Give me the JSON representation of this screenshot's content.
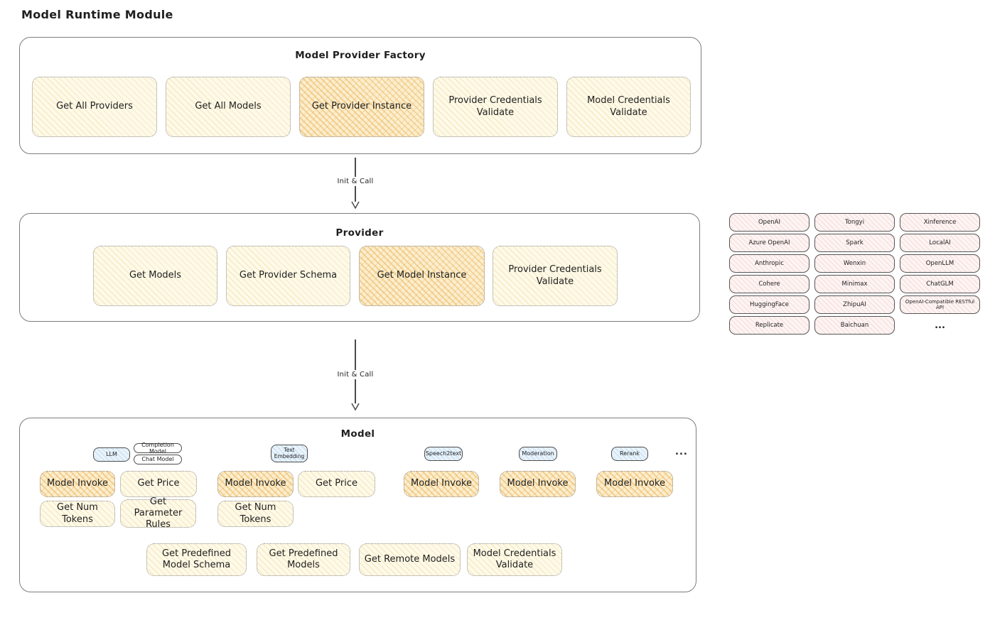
{
  "diagram": {
    "title": "Model Runtime Module"
  },
  "flows": [
    {
      "label": "Init & Call"
    },
    {
      "label": "Init & Call"
    }
  ],
  "factory": {
    "title": "Model Provider Factory",
    "boxes": [
      {
        "label": "Get All Providers",
        "highlight": false
      },
      {
        "label": "Get All Models",
        "highlight": false
      },
      {
        "label": "Get Provider Instance",
        "highlight": true
      },
      {
        "label": "Provider Credentials Validate",
        "highlight": false
      },
      {
        "label": "Model Credentials Validate",
        "highlight": false
      }
    ]
  },
  "provider": {
    "title": "Provider",
    "boxes": [
      {
        "label": "Get Models",
        "highlight": false
      },
      {
        "label": "Get Provider Schema",
        "highlight": false
      },
      {
        "label": "Get Model Instance",
        "highlight": true
      },
      {
        "label": "Provider Credentials Validate",
        "highlight": false
      }
    ]
  },
  "panel": {
    "items": [
      "OpenAI",
      "Tongyi",
      "Xinference",
      "Azure OpenAI",
      "Spark",
      "LocalAI",
      "Anthropic",
      "Wenxin",
      "OpenLLM",
      "Cohere",
      "Minimax",
      "ChatGLM",
      "HuggingFace",
      "ZhipuAI",
      "OpenAI-Compatible RESTful API",
      "Replicate",
      "Baichuan"
    ],
    "more": "..."
  },
  "model": {
    "title": "Model",
    "tags": {
      "llm": "LLM",
      "completion": "Completion Model",
      "chat": "Chat Model",
      "text_embedding": "Text Embedding",
      "speech2text": "Speech2text",
      "moderation": "Moderation",
      "rerank": "Rerank",
      "more": "..."
    },
    "row1": [
      {
        "label": "Model Invoke",
        "highlight": true
      },
      {
        "label": "Get Price",
        "highlight": false
      },
      {
        "label": "Model Invoke",
        "highlight": true
      },
      {
        "label": "Get Price",
        "highlight": false
      },
      {
        "label": "Model Invoke",
        "highlight": true
      },
      {
        "label": "Model Invoke",
        "highlight": true
      },
      {
        "label": "Model Invoke",
        "highlight": true
      }
    ],
    "row2": [
      {
        "label": "Get Num Tokens"
      },
      {
        "label": "Get Parameter Rules"
      },
      {
        "label": "Get Num Tokens"
      }
    ],
    "row3": [
      {
        "label": "Get Predefined Model Schema"
      },
      {
        "label": "Get Predefined Models"
      },
      {
        "label": "Get Remote Models"
      },
      {
        "label": "Model Credentials Validate"
      }
    ]
  },
  "colors": {
    "yellow_fill": "#fefae9",
    "yellow_hatch": "#e9c46a",
    "orange_fill": "#fbeecd",
    "orange_hatch": "#e8a23c",
    "pink_fill": "#fdf4f3",
    "pink_hatch": "#d6786e",
    "blue_fill": "#e8f3fb",
    "blue_hatch": "#6ea0d2",
    "stroke": "#4a4a4a"
  }
}
